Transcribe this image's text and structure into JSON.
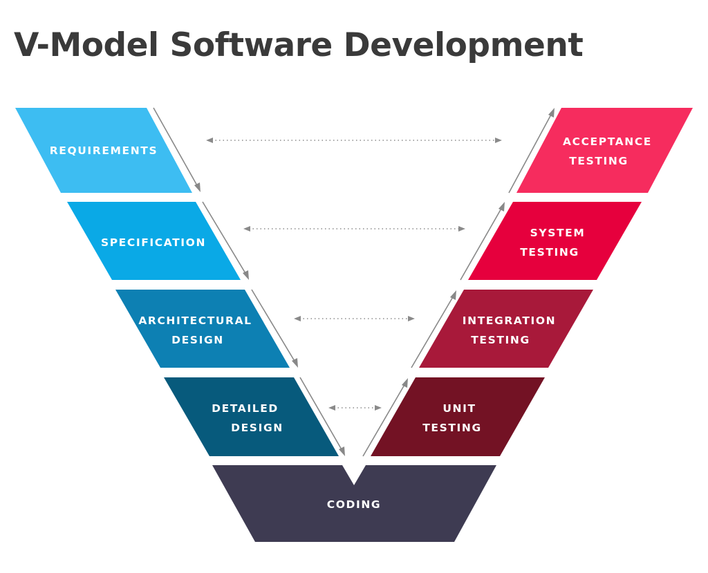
{
  "title": "V-Model Software Development",
  "phases": {
    "requirements": {
      "lines": [
        "REQUIREMENTS"
      ],
      "color": "#3dbdf2"
    },
    "specification": {
      "lines": [
        "SPECIFICATION"
      ],
      "color": "#0aa9e6"
    },
    "architectural_design": {
      "lines": [
        "ARCHITECTURAL",
        "DESIGN"
      ],
      "color": "#0d80b3"
    },
    "detailed_design": {
      "lines": [
        "DETAILED",
        "DESIGN"
      ],
      "color": "#075a7c"
    },
    "coding": {
      "lines": [
        "CODING"
      ],
      "color": "#3e3b52"
    },
    "unit_testing": {
      "lines": [
        "UNIT",
        "TESTING"
      ],
      "color": "#731224"
    },
    "integration_testing": {
      "lines": [
        "INTEGRATION",
        "TESTING"
      ],
      "color": "#a8193a"
    },
    "system_testing": {
      "lines": [
        "SYSTEM",
        "TESTING"
      ],
      "color": "#e6003d"
    },
    "acceptance_testing": {
      "lines": [
        "ACCEPTANCE",
        "TESTING"
      ],
      "color": "#f62c5e"
    }
  }
}
